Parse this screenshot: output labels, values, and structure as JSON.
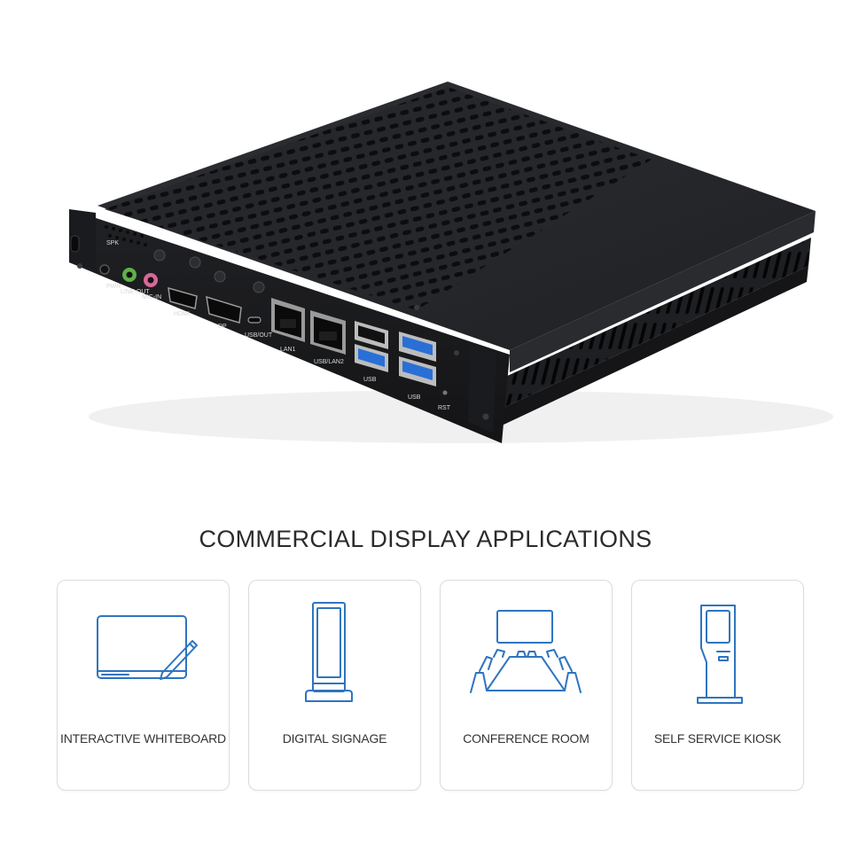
{
  "product": {
    "ports": {
      "spk": "SPK",
      "pwr": "PWR",
      "line_out": "LINE-OUT",
      "mic_in": "MIC-IN",
      "hdmi": "HDMI",
      "dp": "DP",
      "usb_out": "USB/OUT",
      "lan1": "LAN1",
      "usb_lan2": "USB/LAN2",
      "usb_a": "USB",
      "usb_b": "USB",
      "rst": "RST"
    }
  },
  "section": {
    "title": "COMMERCIAL DISPLAY APPLICATIONS"
  },
  "applications": [
    {
      "label": "INTERACTIVE WHITEBOARD",
      "icon": "whiteboard-icon"
    },
    {
      "label": "DIGITAL SIGNAGE",
      "icon": "signage-icon"
    },
    {
      "label": "CONFERENCE ROOM",
      "icon": "conference-room-icon"
    },
    {
      "label": "SELF SERVICE KIOSK",
      "icon": "kiosk-icon"
    }
  ],
  "colors": {
    "icon_blue": "#2f74c0",
    "title_text": "#2b2b2b",
    "device_body": "#1c1d20"
  }
}
